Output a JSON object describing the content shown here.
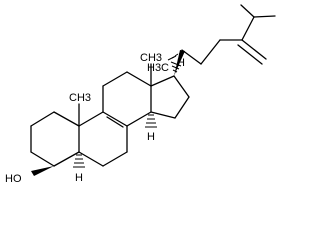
{
  "labels": {
    "hydroxyl": "HO",
    "h_c5": "H",
    "h_c14": "H",
    "h_c17": "H",
    "methyl_c10": "CH3",
    "methyl_c13": "CH3",
    "methyl_c20": "H3C"
  },
  "colors": {
    "ink": "#000000",
    "background": "#ffffff"
  }
}
